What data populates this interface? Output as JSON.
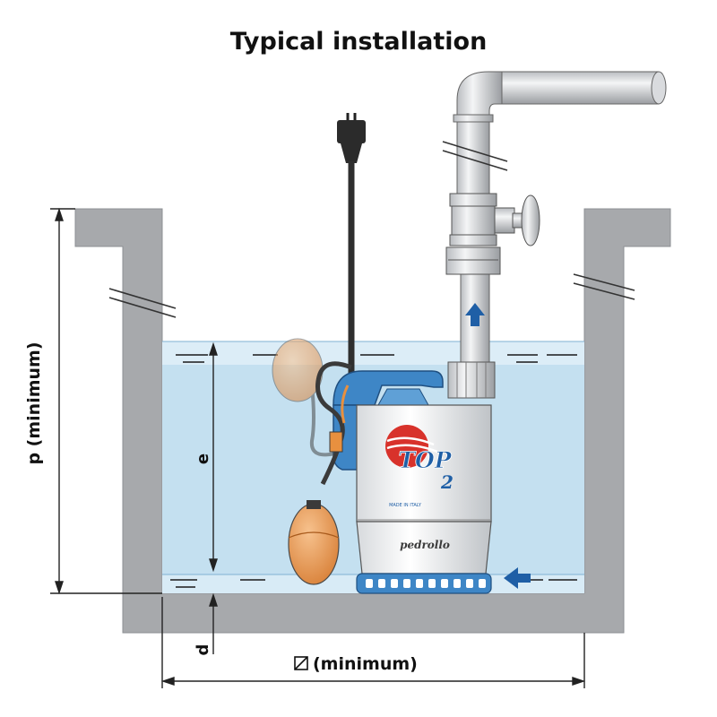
{
  "title": "Typical installation",
  "dimensions": {
    "p_label": "p (minimum)",
    "e_label": "e",
    "d_label": "d",
    "width_label": "(minimum)"
  },
  "pump": {
    "brand_logo": "TOP",
    "model_number": "2",
    "made_in": "MADE IN ITALY",
    "maker": "pedrollo"
  },
  "icons": [
    "pit-walls",
    "water",
    "submersible-pump",
    "float-switch",
    "power-plug",
    "discharge-pipe",
    "gate-valve",
    "flow-arrow-up",
    "inlet-arrow",
    "square-symbol"
  ],
  "colors": {
    "wall": "#a7a9ac",
    "water": "#c4e0f0",
    "water_surface": "#dcedf7",
    "pump_blue": "#3e86c6",
    "float_orange": "#e99b52",
    "arrow_blue": "#1f5fa6",
    "logo_red": "#d8322b"
  }
}
